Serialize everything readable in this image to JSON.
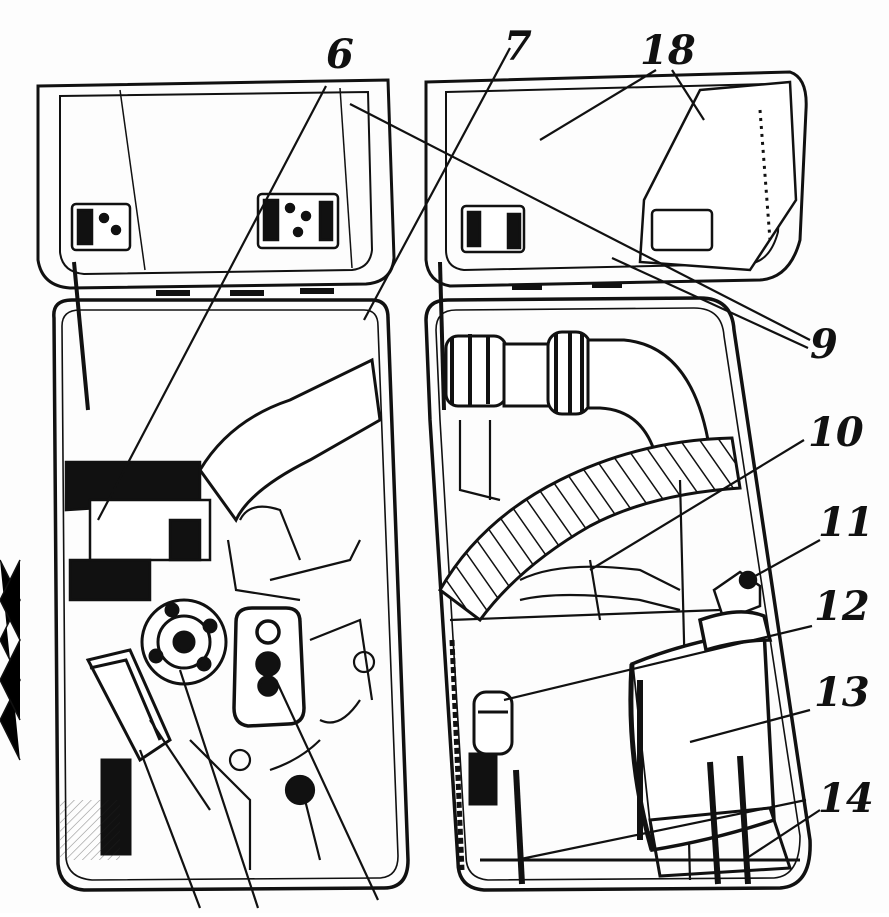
{
  "callouts": {
    "c6": "6",
    "c7": "7",
    "c18": "18",
    "c9": "9",
    "c10": "10",
    "c11": "11",
    "c12": "12",
    "c13": "13",
    "c14": "14"
  }
}
